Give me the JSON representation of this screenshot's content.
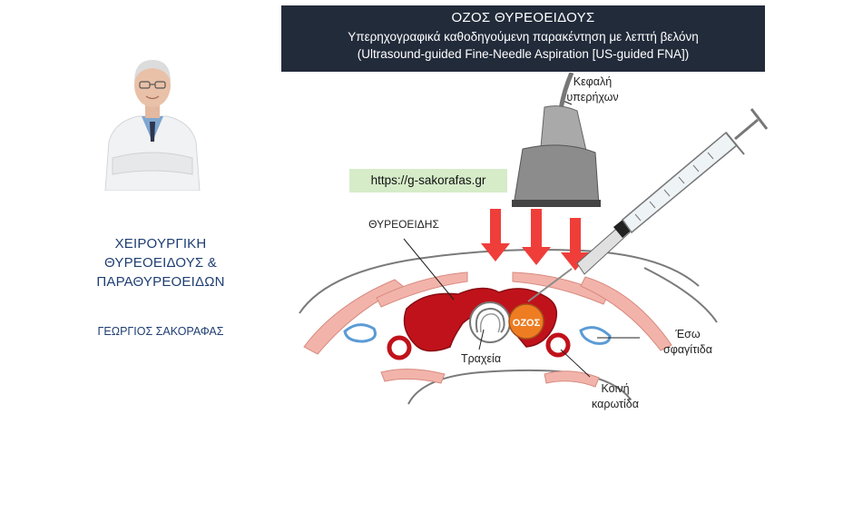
{
  "banner": {
    "title": "ΟΖΟΣ ΘΥΡΕΟΕΙΔΟΥΣ",
    "subtitle_el": "Υπερηχογραφικά καθοδηγούμενη παρακέντηση με λεπτή βελόνη",
    "subtitle_en": "(Ultrasound-guided Fine-Needle Aspiration [US-guided FNA])"
  },
  "left": {
    "title_line1": "ΧΕΙΡΟΥΡΓΙΚΗ",
    "title_line2": "ΘΥΡΕΟΕΙΔΟΥΣ &",
    "title_line3": "ΠΑΡΑΘΥΡΕΟΕΙΔΩΝ",
    "author": "ΓΕΩΡΓΙΟΣ ΣΑΚΟΡΑΦΑΣ"
  },
  "url": "https://g-sakorafas.gr",
  "labels": {
    "probe_line1": "Κεφαλή",
    "probe_line2": "υπερήχων",
    "thyroid": "ΘΥΡΕΟΕΙΔΗΣ",
    "nodule": "ΟΖΟΣ",
    "trachea": "Τραχεία",
    "jugular_line1": "Έσω",
    "jugular_line2": "σφαγίτιδα",
    "carotid_line1": "Κοινή",
    "carotid_line2": "καρωτίδα"
  },
  "colors": {
    "banner_bg": "#222b3a",
    "left_text": "#1f3e73",
    "url_bg": "#d6ecc9",
    "thyroid": "#c0121b",
    "nodule": "#ee7d22",
    "muscle": "#f2b4aa",
    "arrows": "#ef3e3a",
    "vein": "#5b9bd5"
  }
}
